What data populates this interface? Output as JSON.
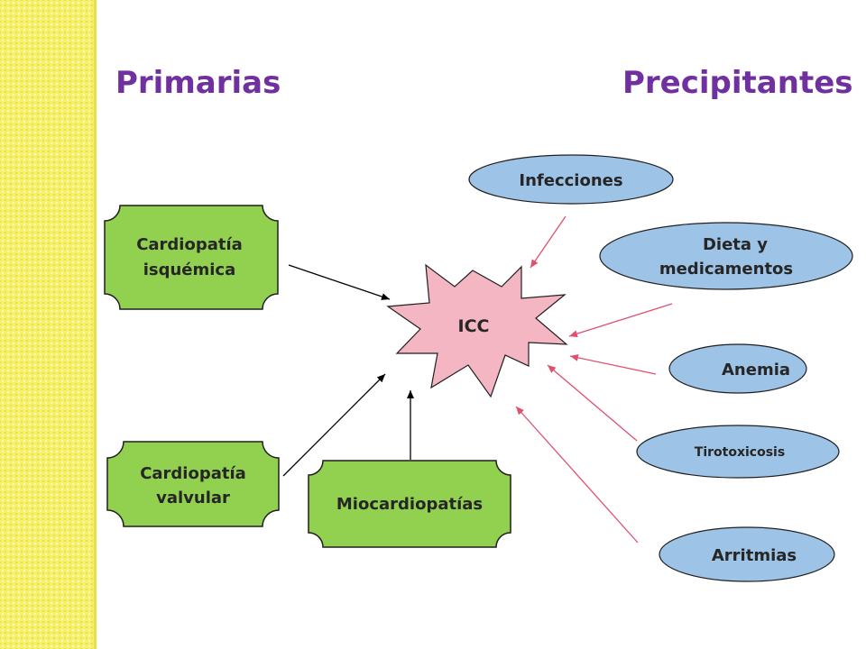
{
  "headings": {
    "primary": "Primarias",
    "precipitating": "Precipitantes"
  },
  "center": {
    "label": "ICC"
  },
  "primary_causes": [
    {
      "line1": "Cardiopatía",
      "line2": "isquémica"
    },
    {
      "line1": "Cardiopatía",
      "line2": "valvular"
    },
    {
      "line1": "Miocardiopatías"
    }
  ],
  "precipitating_causes": [
    {
      "line1": "Infecciones"
    },
    {
      "line1": "Dieta y",
      "line2": "medicamentos"
    },
    {
      "line1": "Anemia"
    },
    {
      "line1": "Tirotoxicosis"
    },
    {
      "line1": "Arritmias"
    }
  ],
  "colors": {
    "heading": "#7030a0",
    "primary_box": "#92d050",
    "oval": "#9dc3e6",
    "star": "#f4b6c2",
    "black_arrow": "#000000",
    "red_arrow": "#e0506e",
    "side_bar": "#f6f06a"
  }
}
